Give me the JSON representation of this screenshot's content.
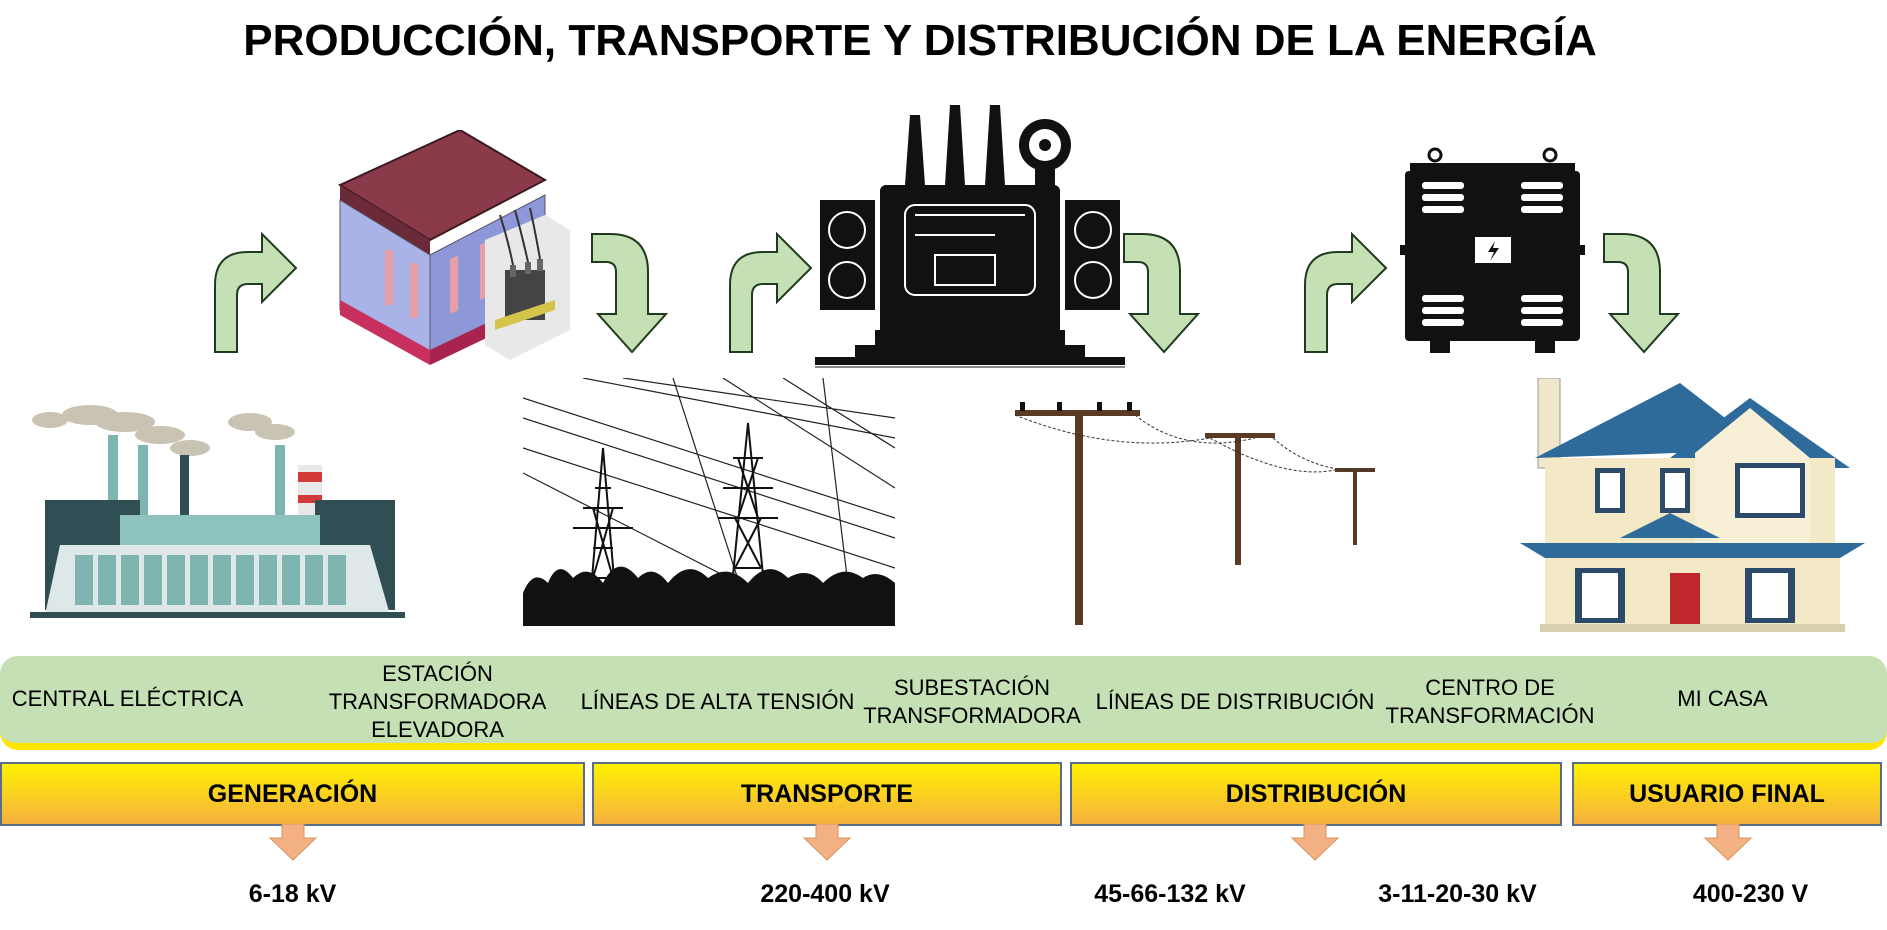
{
  "title": "PRODUCCIÓN, TRANSPORTE Y DISTRIBUCIÓN DE LA ENERGÍA",
  "colors": {
    "arrow_fill": "#c5e0b4",
    "arrow_stroke": "#1f3b1f",
    "band": "#c5e0b4",
    "band_border": "#ffe500",
    "phase_top": "#fff200",
    "phase_bottom": "#f5b041",
    "phase_arrow": "#f4b183"
  },
  "steps": [
    {
      "label": "CENTRAL ELÉCTRICA",
      "icon": "power-plant-icon"
    },
    {
      "label": "ESTACIÓN\nTRANSFORMADORA\nELEVADORA",
      "icon": "step-up-substation-icon"
    },
    {
      "label": "LÍNEAS DE ALTA TENSIÓN",
      "icon": "high-voltage-towers-icon"
    },
    {
      "label": "SUBESTACIÓN\nTRANSFORMADORA",
      "icon": "transformer-icon"
    },
    {
      "label": "LÍNEAS DE DISTRIBUCIÓN",
      "icon": "utility-poles-icon"
    },
    {
      "label": "CENTRO DE\nTRANSFORMACIÓN",
      "icon": "distribution-transformer-icon"
    },
    {
      "label": "MI CASA",
      "icon": "house-icon"
    }
  ],
  "phases": [
    {
      "label": "GENERACIÓN"
    },
    {
      "label": "TRANSPORTE"
    },
    {
      "label": "DISTRIBUCIÓN"
    },
    {
      "label": "USUARIO FINAL"
    }
  ],
  "voltages": [
    "6-18 kV",
    "220-400 kV",
    "45-66-132 kV",
    "3-11-20-30 kV",
    "400-230 V"
  ]
}
